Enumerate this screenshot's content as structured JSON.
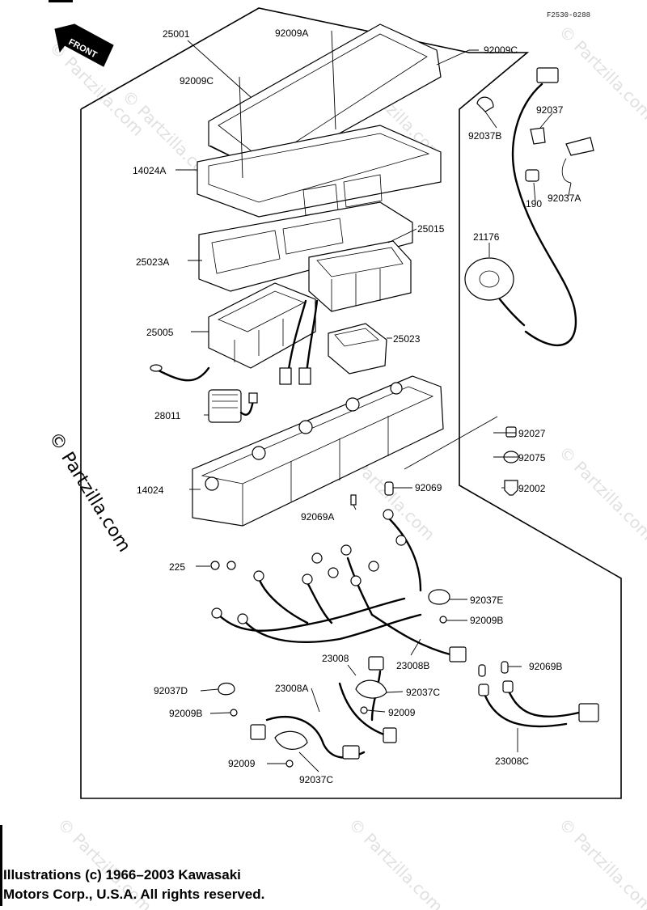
{
  "diagram": {
    "drawing_code": "F2530-0288",
    "front_marker": "FRONT",
    "watermark_text": "© Partzilla.com",
    "labels": {
      "p25001": "25001",
      "p92009A": "92009A",
      "p92009C_right": "92009C",
      "p92009C_left": "92009C",
      "p14024A": "14024A",
      "p92037": "92037",
      "p92037B": "92037B",
      "p190": "190",
      "p92037A": "92037A",
      "p25015": "25015",
      "p21176": "21176",
      "p25023A": "25023A",
      "p25005": "25005",
      "p25023": "25023",
      "p28011": "28011",
      "p92027": "92027",
      "p92075": "92075",
      "p14024": "14024",
      "p92069": "92069",
      "p92002": "92002",
      "p92069A": "92069A",
      "p225": "225",
      "p92037E": "92037E",
      "p92009B_right": "92009B",
      "p23008": "23008",
      "p23008B": "23008B",
      "p92069B": "92069B",
      "p92037D": "92037D",
      "p23008A": "23008A",
      "p92037C_mid": "92037C",
      "p92009B_left": "92009B",
      "p92009_mid": "92009",
      "p92009_bottom": "92009",
      "p92037C_bottom": "92037C",
      "p23008C": "23008C"
    }
  },
  "copyright": {
    "line1": "Illustrations (c) 1966–2003 Kawasaki",
    "line2": "Motors Corp., U.S.A.  All rights reserved."
  }
}
